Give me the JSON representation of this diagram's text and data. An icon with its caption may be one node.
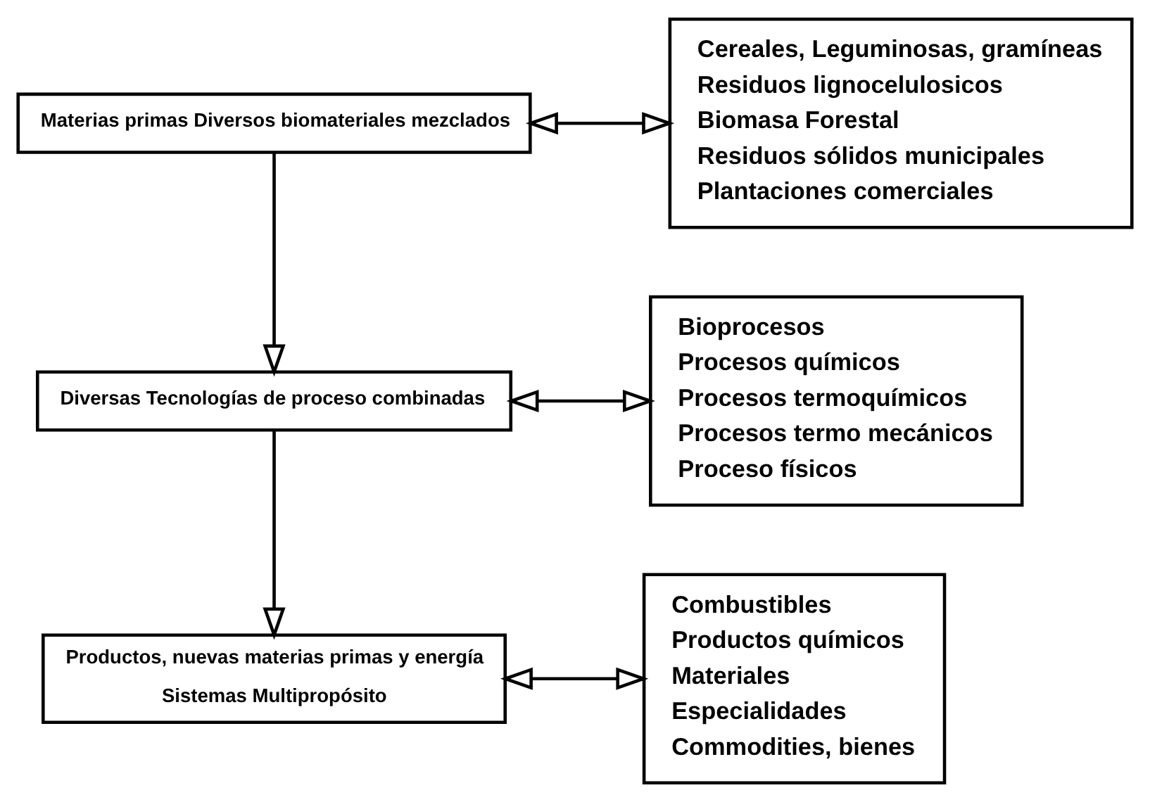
{
  "diagram": {
    "nodes": [
      {
        "text": [
          "Materias primas Diversos biomateriales mezclados"
        ]
      },
      {
        "text": [
          "Cereales, Leguminosas, gramíneas",
          "Residuos lignocelulosicos",
          "Biomasa Forestal",
          "Residuos sólidos municipales",
          "Plantaciones comerciales"
        ]
      },
      {
        "text": [
          "Diversas Tecnologías de proceso combinadas"
        ]
      },
      {
        "text": [
          "Bioprocesos",
          "Procesos químicos",
          "Procesos termoquímicos",
          "Procesos termo mecánicos",
          "Proceso físicos"
        ]
      },
      {
        "text": [
          "Productos, nuevas materias primas y energía",
          "Sistemas Multipropósito"
        ]
      },
      {
        "text": [
          "Combustibles",
          "Productos químicos",
          "Materiales",
          "Especialidades",
          "Commodities, bienes"
        ]
      }
    ],
    "edges": [
      {
        "from": 0,
        "to": 1,
        "arrow": "both"
      },
      {
        "from": 0,
        "to": 2,
        "arrow": "to"
      },
      {
        "from": 2,
        "to": 3,
        "arrow": "both"
      },
      {
        "from": 2,
        "to": 4,
        "arrow": "to"
      },
      {
        "from": 4,
        "to": 5,
        "arrow": "both"
      }
    ]
  }
}
